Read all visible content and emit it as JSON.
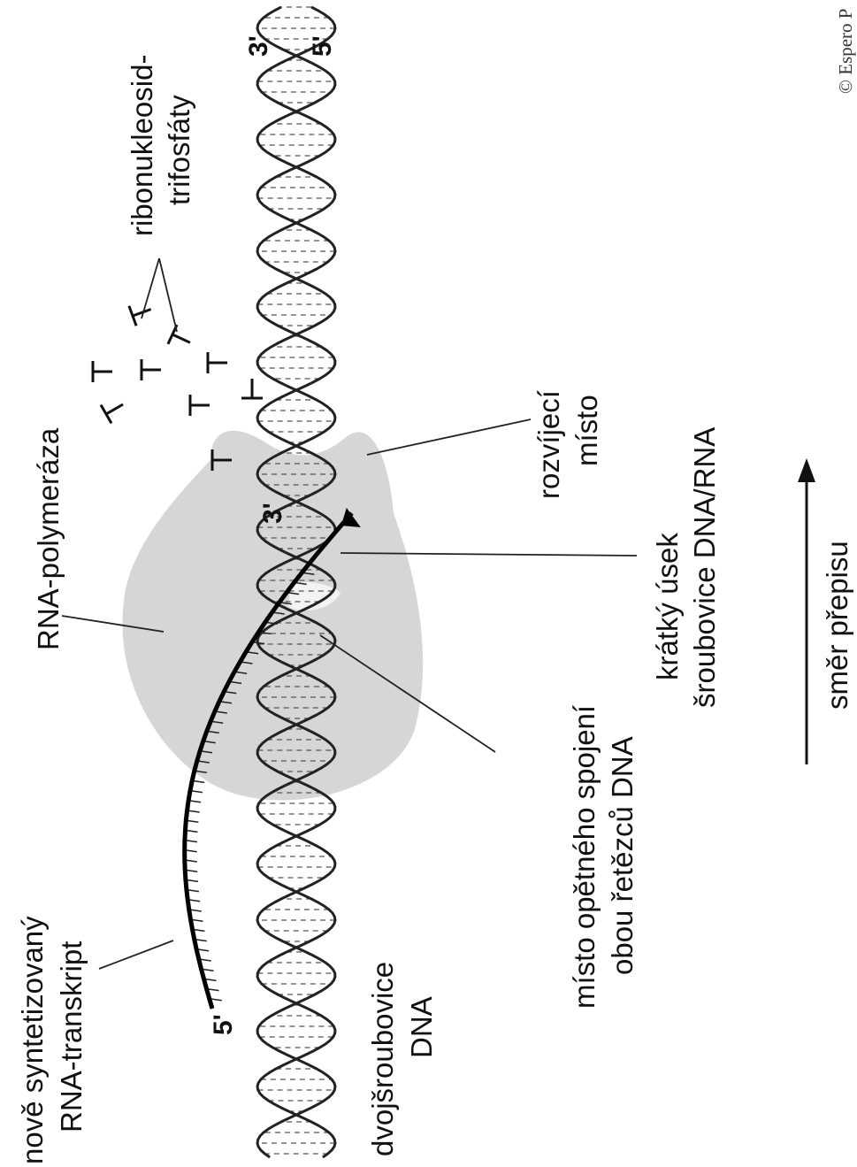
{
  "labels": {
    "rna_polymerase": "RNA-polymeráza",
    "ribonucleotides_line1": "ribonukleosid-",
    "ribonucleotides_line2": "trifosfáty",
    "new_transcript_line1": "nově syntetizovaný",
    "new_transcript_line2": "RNA-transkript",
    "double_helix_line1": "dvojšroubovice",
    "double_helix_line2": "DNA",
    "rejoin_site_line1": "místo opětného spojení",
    "rejoin_site_line2": "obou řetězců DNA",
    "hybrid_line1": "krátký úsek",
    "hybrid_line2": "šroubovice DNA/RNA",
    "unwinding_line1": "rozvíjecí",
    "unwinding_line2": "místo",
    "direction": "směr přepisu"
  },
  "strand_ends": {
    "dna_top_a": "3'",
    "dna_top_b": "5'",
    "rna_tip": "3'",
    "rna_start": "5'"
  },
  "copyright": "© Espero P",
  "colors": {
    "enzyme": "#d2d2d2",
    "strand": "#222222",
    "ink": "#111111"
  }
}
